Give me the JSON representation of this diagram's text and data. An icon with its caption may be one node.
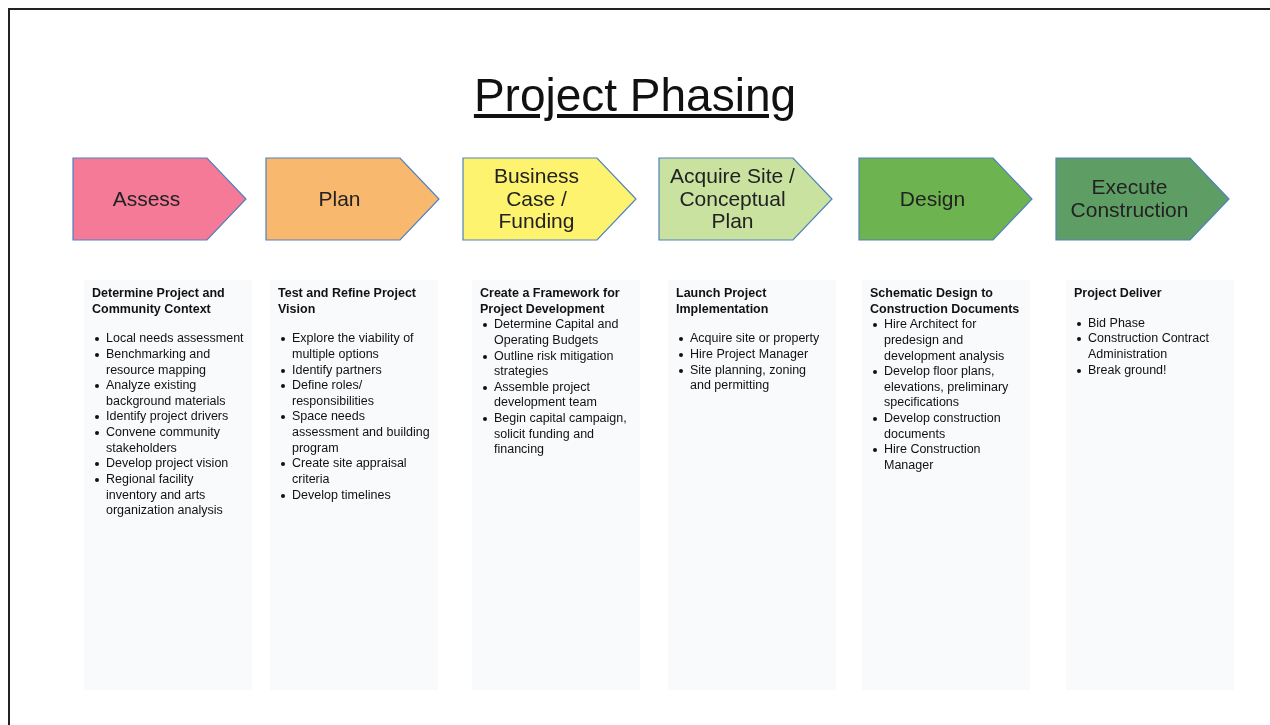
{
  "diagram": {
    "title": "Project Phasing",
    "nodes": [
      {
        "text": [
          "Assess"
        ]
      },
      {
        "text": [
          "Plan"
        ]
      },
      {
        "text": [
          "Business Case / Funding"
        ]
      },
      {
        "text": [
          "Acquire Site / Conceptual Plan"
        ]
      },
      {
        "text": [
          "Design"
        ]
      },
      {
        "text": [
          "Execute Construction"
        ]
      },
      {
        "text": [
          "Determine Project and Community Context",
          "Local needs assessment",
          "Benchmarking and resource mapping",
          "Analyze existing background materials",
          "Identify project drivers",
          "Convene community stakeholders",
          "Develop project vision",
          "Regional facility inventory and arts organization analysis"
        ]
      },
      {
        "text": [
          "Test and Refine Project Vision",
          "Explore the viability of multiple options",
          "Identify partners",
          "Define roles/ responsibilities",
          "Space needs assessment and building program",
          "Create site appraisal criteria",
          "Develop timelines"
        ]
      },
      {
        "text": [
          "Create a Framework for Project Development",
          "Determine Capital and Operating Budgets",
          "Outline risk mitigation strategies",
          "Assemble project development team",
          "Begin capital campaign, solicit funding and financing"
        ]
      },
      {
        "text": [
          "Launch Project Implementation",
          "Acquire site or property",
          "Hire Project Manager",
          "Site planning, zoning and permitting"
        ]
      },
      {
        "text": [
          "Schematic Design to Construction Documents",
          "Hire Architect for predesign and development analysis",
          "Develop floor plans, elevations, preliminary specifications",
          "Develop construction documents",
          "Hire Construction Manager"
        ]
      },
      {
        "text": [
          "Project Deliver",
          "Bid Phase",
          "Construction Contract Administration",
          "Break ground!"
        ]
      }
    ],
    "edges": []
  }
}
